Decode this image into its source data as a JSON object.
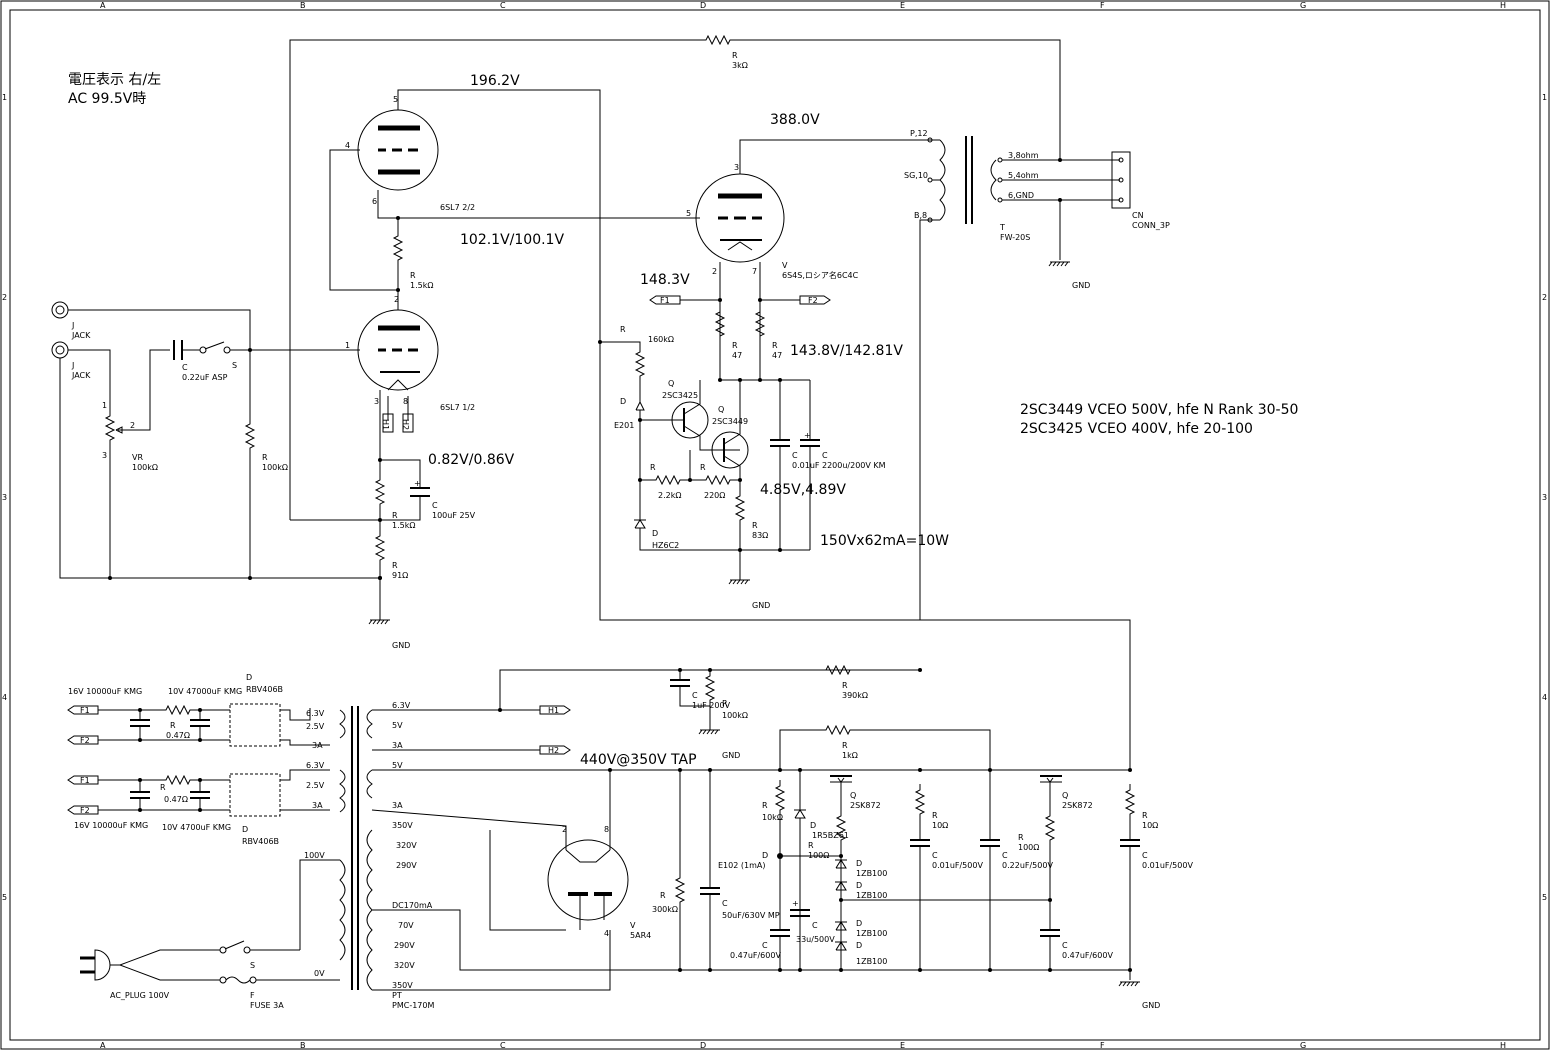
{
  "grid": {
    "cols": [
      "A",
      "B",
      "C",
      "D",
      "E",
      "F",
      "G",
      "H"
    ],
    "rows": [
      "1",
      "2",
      "3",
      "4",
      "5"
    ]
  },
  "notes": {
    "voltage_display": "電圧表示 右/左",
    "ac_condition": "AC 99.5V時",
    "q_2sc3449": "2SC3449 VCEO 500V, hfe N Rank 30-50",
    "q_2sc3425": "2SC3425 VCEO 400V, hfe 20-100",
    "power": "150Vx62mA=10W",
    "tap": "440V@350V TAP"
  },
  "voltages": {
    "v196": "196.2V",
    "v388": "388.0V",
    "v102": "102.1V/100.1V",
    "v148": "148.3V",
    "v143": "143.8V/142.81V",
    "v082": "0.82V/0.86V",
    "v485": "4.85V,4.89V"
  },
  "parts": {
    "r3k": {
      "ref": "R",
      "val": "3kΩ"
    },
    "tube_top": {
      "name": "6SL7 2/2"
    },
    "tube_bot": {
      "name": "6SL7 1/2"
    },
    "r15k_a": {
      "ref": "R",
      "val": "1.5kΩ"
    },
    "r15k_b": {
      "ref": "R",
      "val": "1.5kΩ"
    },
    "r91": {
      "ref": "R",
      "val": "91Ω"
    },
    "c100u": {
      "ref": "C",
      "val": "100uF 25V"
    },
    "jack1": {
      "ref": "J",
      "val": "JACK"
    },
    "jack2": {
      "ref": "J",
      "val": "JACK"
    },
    "cin": {
      "ref": "C",
      "val": "0.22uF ASP"
    },
    "sw": {
      "ref": "S"
    },
    "vr": {
      "ref": "VR",
      "val": "100kΩ"
    },
    "r100k_in": {
      "ref": "R",
      "val": "100kΩ"
    },
    "outtube": {
      "ref": "V",
      "val": "6S4S,ロシア名6C4C"
    },
    "ot": {
      "ref": "T",
      "val": "FW-20S"
    },
    "cn": {
      "ref": "CN",
      "val": "CONN_3P"
    },
    "r47a": {
      "ref": "R",
      "val": "47"
    },
    "r47b": {
      "ref": "R",
      "val": "47"
    },
    "r160k": {
      "ref": "R",
      "val": "160kΩ"
    },
    "d_e201": {
      "ref": "D",
      "val": "E201"
    },
    "q3425": {
      "ref": "Q",
      "val": "2SC3425"
    },
    "q3449": {
      "ref": "Q",
      "val": "2SC3449"
    },
    "r22k": {
      "ref": "R",
      "val": "2.2kΩ"
    },
    "r220": {
      "ref": "R",
      "val": "220Ω"
    },
    "r83": {
      "ref": "R",
      "val": "83Ω"
    },
    "d_hz": {
      "ref": "D",
      "val": "HZ6C2"
    },
    "c001a": {
      "ref": "C",
      "val": "0.01uF"
    },
    "c2200": {
      "ref": "C",
      "val": "2200u/200V KM"
    },
    "c16v_top": {
      "val": "16V 10000uF KMG"
    },
    "c10v_top": {
      "val": "10V 47000uF KMG"
    },
    "c16v_bot": {
      "val": "16V 10000uF KMG"
    },
    "c10v_bot": {
      "val": "10V 4700uF KMG"
    },
    "r047a": {
      "ref": "R",
      "val": "0.47Ω"
    },
    "r047b": {
      "ref": "R",
      "val": "0.47Ω"
    },
    "brg_top": {
      "ref": "D",
      "val": "RBV406B"
    },
    "brg_bot": {
      "ref": "D",
      "val": "RBV406B"
    },
    "c1u": {
      "ref": "C",
      "val": "1uF 200V"
    },
    "r100k_h": {
      "ref": "R",
      "val": "100kΩ"
    },
    "r390k": {
      "ref": "R",
      "val": "390kΩ"
    },
    "r1k": {
      "ref": "R",
      "val": "1kΩ"
    },
    "r10k": {
      "ref": "R",
      "val": "10kΩ"
    },
    "d_1r5": {
      "ref": "D",
      "val": "1R5BZ61"
    },
    "r100a": {
      "ref": "R",
      "val": "100Ω"
    },
    "d_e102": {
      "ref": "D",
      "val": "E102 (1mA)"
    },
    "q872a": {
      "ref": "Q",
      "val": "2SK872"
    },
    "q872b": {
      "ref": "Q",
      "val": "2SK872"
    },
    "zd1": {
      "ref": "D",
      "val": "1ZB100"
    },
    "zd2": {
      "ref": "D",
      "val": "1ZB100"
    },
    "zd3": {
      "ref": "D",
      "val": "1ZB100"
    },
    "zd4": {
      "ref": "D",
      "val": "1ZB100"
    },
    "r10a": {
      "ref": "R",
      "val": "10Ω"
    },
    "r10b": {
      "ref": "R",
      "val": "10Ω"
    },
    "c001b": {
      "ref": "C",
      "val": "0.01uF/500V"
    },
    "c022": {
      "ref": "C",
      "val": "0.22uF/500V"
    },
    "c001c": {
      "ref": "C",
      "val": "0.01uF/500V"
    },
    "r100b": {
      "ref": "R",
      "val": "100Ω"
    },
    "r300k": {
      "ref": "R",
      "val": "300kΩ"
    },
    "c50u": {
      "ref": "C",
      "val": "50uF/630V MP"
    },
    "c33u": {
      "ref": "C",
      "val": "33u/500V"
    },
    "c047a": {
      "ref": "C",
      "val": "0.47uF/600V"
    },
    "c047b": {
      "ref": "C",
      "val": "0.47uF/600V"
    },
    "rect": {
      "ref": "V",
      "val": "5AR4"
    },
    "pt": {
      "ref": "PT",
      "val": "PMC-170M"
    },
    "plug": {
      "val": "AC_PLUG 100V"
    },
    "fuse": {
      "ref": "F",
      "val": "FUSE 3A"
    },
    "psw": {
      "ref": "S"
    }
  },
  "tubepins": {
    "p5": "5",
    "p4": "4",
    "p6": "6",
    "p2": "2",
    "p1": "1",
    "p3": "3",
    "p8": "8",
    "o3": "3",
    "o5": "5",
    "o2": "2",
    "o7": "7",
    "r2": "2",
    "r8": "8",
    "r4": "4",
    "vr1": "1",
    "vr2": "2",
    "vr3": "3"
  },
  "labels": {
    "gnd1": "GND",
    "gnd2": "GND",
    "gnd3": "GND",
    "gnd4": "GND",
    "gnd5": "GND",
    "f1": "F1",
    "f2": "F2",
    "h1": "H1",
    "h2": "H2",
    "f1a": "F1",
    "f2a": "F2",
    "f1b": "F1",
    "f2b": "F2",
    "h1pin": "H1",
    "h2pin": "H2",
    "ot_p": "P,12",
    "ot_sg": "SG,10",
    "ot_b": "B,8",
    "ot_s1": "3,8ohm",
    "ot_s2": "5,4ohm",
    "ot_s3": "6,GND"
  },
  "pt_taps": {
    "t1": "6.3V",
    "t2": "2.5V",
    "t3": "3A",
    "t4": "6.3V",
    "t5": "2.5V",
    "t6": "3A",
    "s1": "6.3V",
    "s2": "5V",
    "s3": "3A",
    "s4": "5V",
    "s5": "3A",
    "h350": "350V",
    "h320": "320V",
    "h290": "290V",
    "hdc": "DC170mA",
    "h70": "70V",
    "h290b": "290V",
    "h320b": "320V",
    "h350b": "350V",
    "p100": "100V",
    "p0": "0V"
  }
}
